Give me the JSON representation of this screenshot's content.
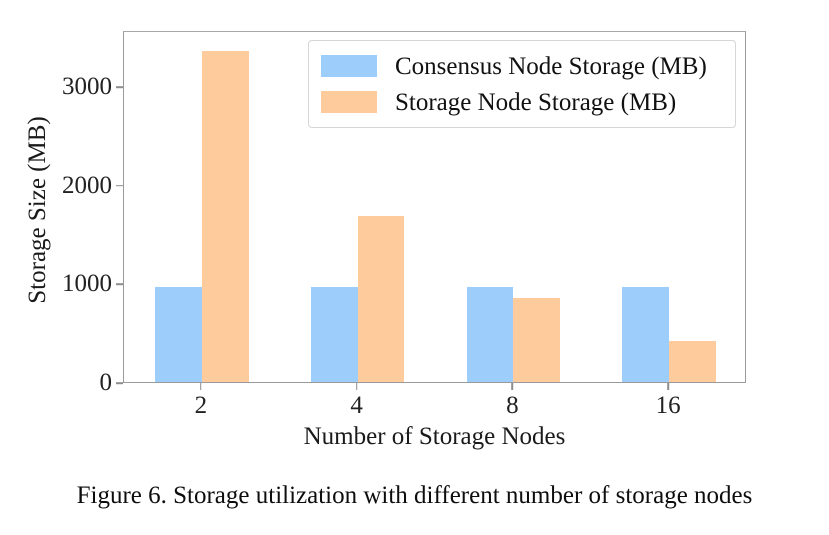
{
  "figure": {
    "caption": "Figure 6.  Storage utilization with different number of storage nodes"
  },
  "chart_data": {
    "type": "bar",
    "title": "",
    "xlabel": "Number of Storage Nodes",
    "ylabel": "Storage Size (MB)",
    "categories": [
      "2",
      "4",
      "8",
      "16"
    ],
    "series": [
      {
        "name": "Consensus Node Storage (MB)",
        "color": "#9ccdfb",
        "values": [
          960,
          960,
          960,
          960
        ]
      },
      {
        "name": "Storage Node Storage (MB)",
        "color": "#fdcb9c",
        "values": [
          3360,
          1680,
          850,
          420
        ]
      }
    ],
    "ylim": [
      0,
      3570
    ],
    "yticks": [
      0,
      1000,
      2000,
      3000
    ],
    "ytick_labels": [
      "0",
      "1000",
      "2000",
      "3000"
    ],
    "xtick_labels": [
      "2",
      "4",
      "8",
      "16"
    ],
    "grid": false,
    "legend_position": "upper right"
  }
}
